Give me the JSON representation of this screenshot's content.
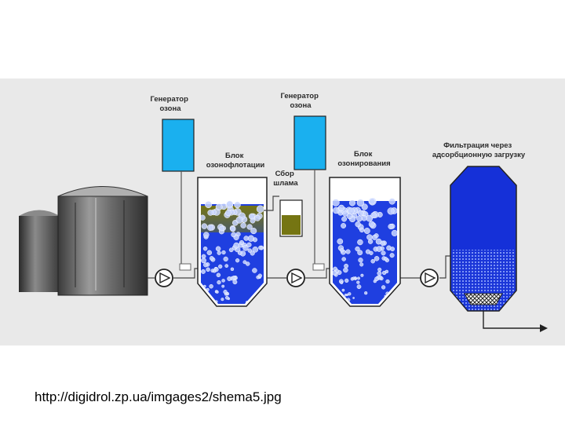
{
  "labels": {
    "ozone_gen_1": [
      "Генератор",
      "озона"
    ],
    "ozone_gen_2": [
      "Генератор",
      "озона"
    ],
    "flotation": [
      "Блок",
      "озонофлотации"
    ],
    "sludge": [
      "Сбор",
      "шлама"
    ],
    "ozonation": [
      "Блок",
      "озонирования"
    ],
    "filtration": [
      "Фильтрация через",
      "адсорбционную загрузку"
    ]
  },
  "caption": "http://digidrol.zp.ua/imgages2/shema5.jpg",
  "colors": {
    "ozone_generator": "#1ab0ef",
    "water_blue": "#1f3fe0",
    "sludge_olive": "#757512",
    "filter_blue": "#1530d8",
    "tank_gray": "#5a5a5a",
    "panel_bg": "#e9e9e9"
  }
}
